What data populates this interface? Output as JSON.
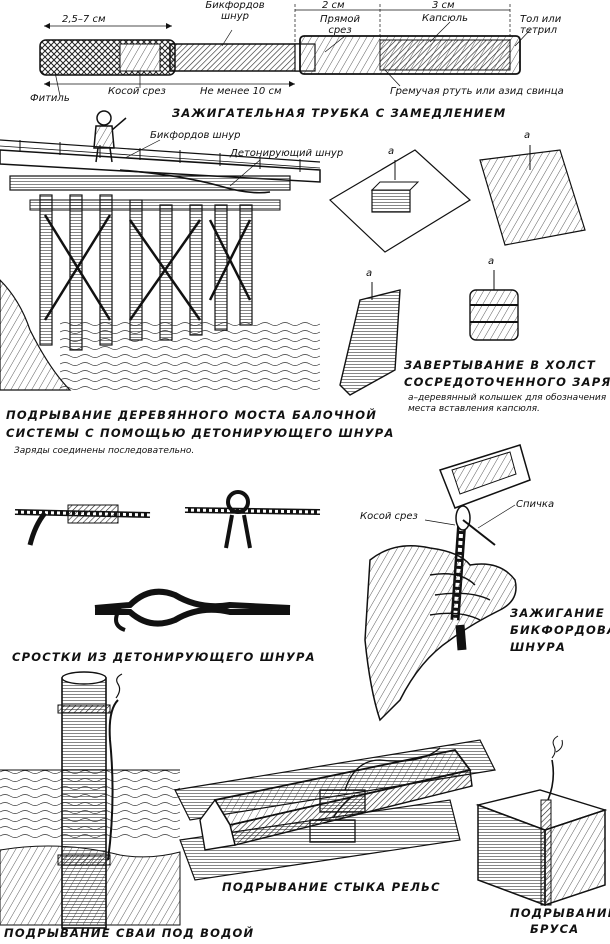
{
  "fuse_tube": {
    "dim_wick": "2,5–7 см",
    "label_bickford_cord": "Бикфордов шнур",
    "dim_2cm": "2 см",
    "dim_3cm": "3 см",
    "label_straight_cut": "Прямой срез",
    "label_capsule": "Капсюль",
    "label_tol_tetril": "Тол или тетрил",
    "label_wick": "Фитиль",
    "label_oblique_cut": "Косой срез",
    "dim_min_10cm": "Не менее 10 см",
    "label_mercury": "Гремучая ртуть или азид свинца",
    "title": "ЗАЖИГАТЕЛЬНАЯ ТРУБКА С ЗАМЕДЛЕНИЕМ"
  },
  "bridge": {
    "label_bickford": "Бикфордов шнур",
    "label_detonating": "Детонирующий шнур",
    "caption_line1": "ПОДРЫВАНИЕ ДЕРЕВЯННОГО МОСТА БАЛОЧНОЙ",
    "caption_line2": "СИСТЕМЫ С ПОМОЩЬЮ ДЕТОНИРУЮЩЕГО ШНУРА",
    "note": "Заряды соединены последовательно."
  },
  "canvas_wrap": {
    "mark_a1": "а",
    "mark_a2": "а",
    "mark_a3": "а",
    "mark_a4": "а",
    "caption_line1": "ЗАВЕРТЫВАНИЕ В ХОЛСТ",
    "caption_line2": "СОСРЕДОТОЧЕННОГО ЗАРЯДА",
    "note": "а–деревянный колышек для обозначения места вставления капсюля."
  },
  "ignition": {
    "label_oblique_cut": "Косой срез",
    "label_match": "Спичка",
    "caption_line1": "ЗАЖИГАНИЕ",
    "caption_line2": "БИКФОРДОВА",
    "caption_line3": "ШНУРА"
  },
  "splices": {
    "caption": "СРОСТКИ ИЗ ДЕТОНИРУЮЩЕГО ШНУРА"
  },
  "pile": {
    "caption": "ПОДРЫВАНИЕ СВАИ ПОД ВОДОЙ"
  },
  "rail": {
    "caption": "ПОДРЫВАНИЕ СТЫКА РЕЛЬС"
  },
  "beam": {
    "caption_line1": "ПОДРЫВАНИЕ",
    "caption_line2": "БРУСА"
  }
}
